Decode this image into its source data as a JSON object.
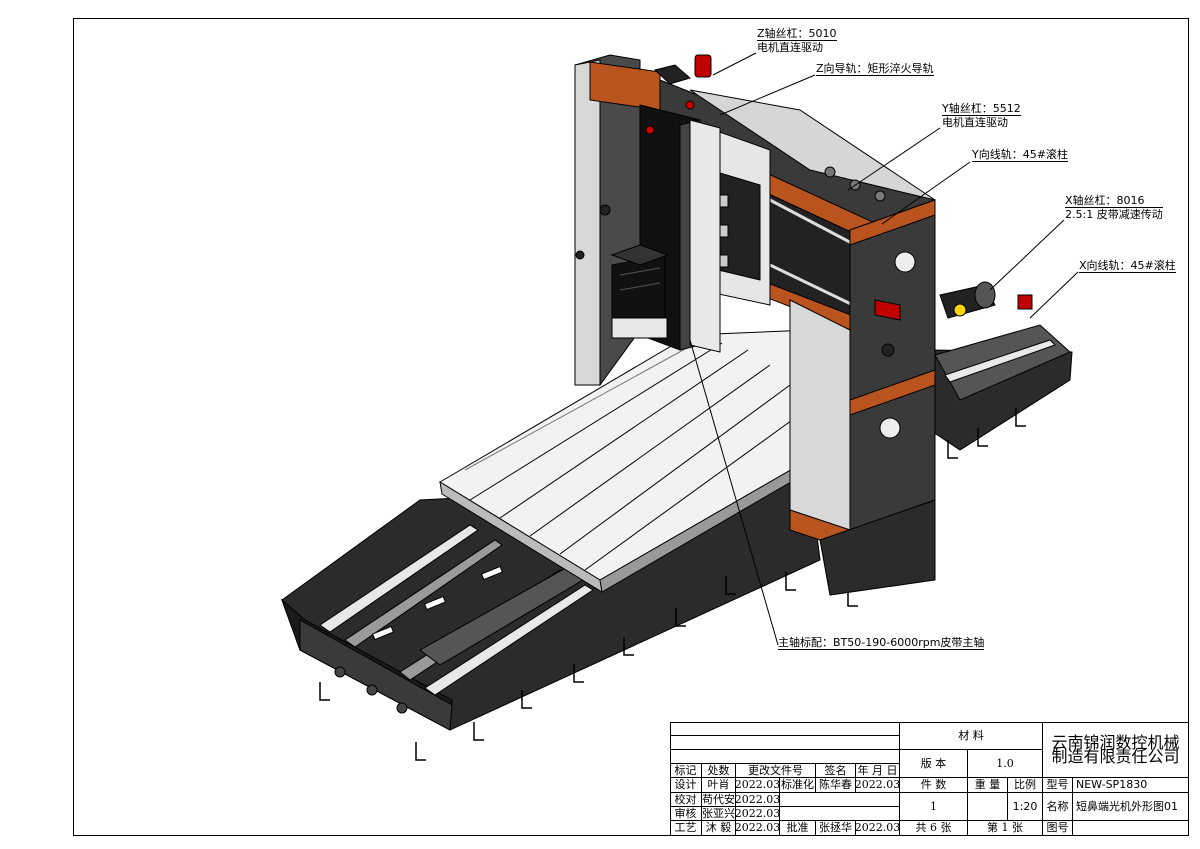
{
  "callouts": {
    "z_screw_1": "Z轴丝杠：5010",
    "z_screw_2": "电机直连驱动",
    "z_rail": "Z向导轨：矩形淬火导轨",
    "y_screw_1": "Y轴丝杠：5512",
    "y_screw_2": "电机直连驱动",
    "y_rail": "Y向线轨：45#滚柱",
    "x_screw_1": "X轴丝杠：8016",
    "x_screw_2": "2.5:1 皮带减速传动",
    "x_rail": "X向线轨：45#滚柱",
    "spindle": "主轴标配：BT50-190-6000rpm皮带主轴"
  },
  "title_block": {
    "material_label": "材 料",
    "version_label": "版  本",
    "version_value": "1.0",
    "company_1": "云南锦润数控机械",
    "company_2": "制造有限责任公司",
    "rev_headers": [
      "标记",
      "处数",
      "更改文件号",
      "签名",
      "年 月 日"
    ],
    "design_label": "设计",
    "design_name": "叶肖",
    "design_date": "2022.03",
    "std_label": "标准化",
    "std_name": "陈华春",
    "std_date": "2022.03",
    "check_label": "校对",
    "check_name": "苟代安",
    "check_date": "2022.03",
    "review_label": "审核",
    "review_name": "张亚兴",
    "review_date": "2022.03",
    "process_label": "工艺",
    "process_name": "沐  毅",
    "process_date": "2022.03",
    "approve_label": "批准",
    "approve_name": "张拯华",
    "approve_date": "2022.03",
    "qty_label": "件 数",
    "qty_value": "1",
    "weight_label": "重 量",
    "scale_label": "比例",
    "scale_value": "1:20",
    "model_label": "型号",
    "model_value": "NEW-SP1830",
    "name_label": "名称",
    "name_value": "短鼻端光机外形图01",
    "drawing_no_label": "图号",
    "sheets_total": "共 6 张",
    "sheet_no": "第 1 张"
  }
}
